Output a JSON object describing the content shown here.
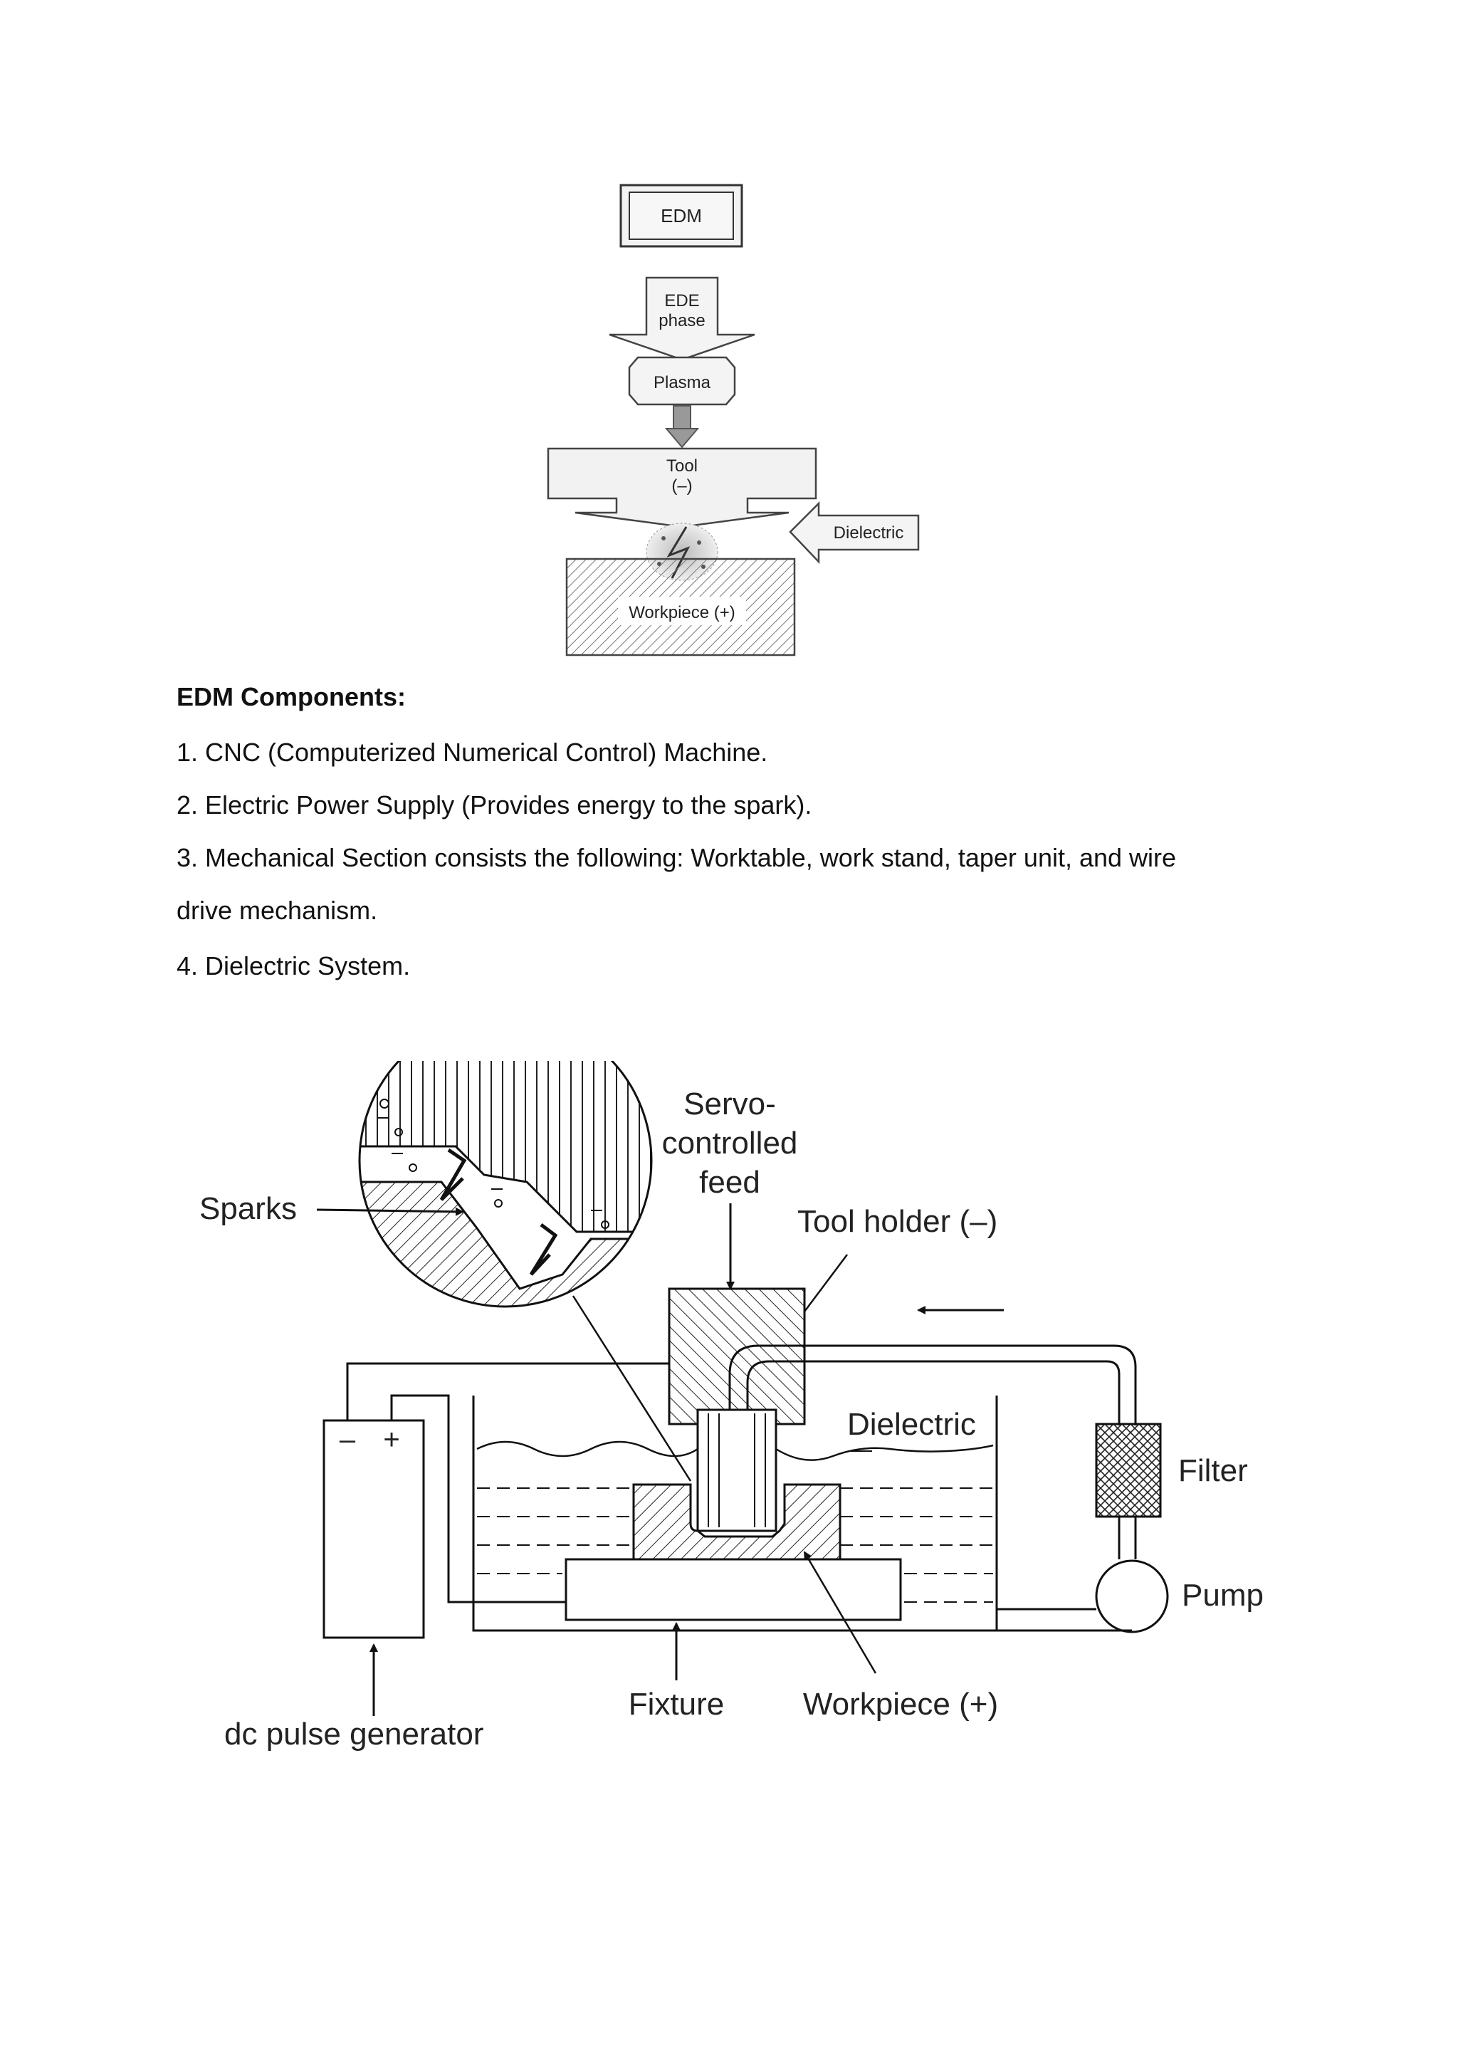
{
  "top_diagram": {
    "edm": "EDM",
    "ede_line1": "EDE",
    "ede_line2": "phase",
    "plasma": "Plasma",
    "tool_line1": "Tool",
    "tool_line2": "(–)",
    "dielectric": "Dielectric",
    "workpiece": "Workpiece (+)"
  },
  "components": {
    "heading": "EDM Components:",
    "items": [
      "1.  CNC (Computerized  Numerical Control) Machine.",
      "2.  Electric Power Supply (Provides energy to the spark).",
      "3.  Mechanical Section consists the following: Worktable, work stand, taper unit, and wire",
      "drive mechanism.",
      "4. Dielectric System."
    ]
  },
  "bottom_diagram": {
    "servo_line1": "Servo-",
    "servo_line2": "controlled",
    "servo_line3": "feed",
    "tool_holder": "Tool holder (–)",
    "sparks": "Sparks",
    "dielectric": "Dielectric",
    "filter": "Filter",
    "pump": "Pump",
    "fixture": "Fixture",
    "workpiece": "Workpiece (+)",
    "generator": "dc pulse generator",
    "minus": "–",
    "plus": "+"
  }
}
